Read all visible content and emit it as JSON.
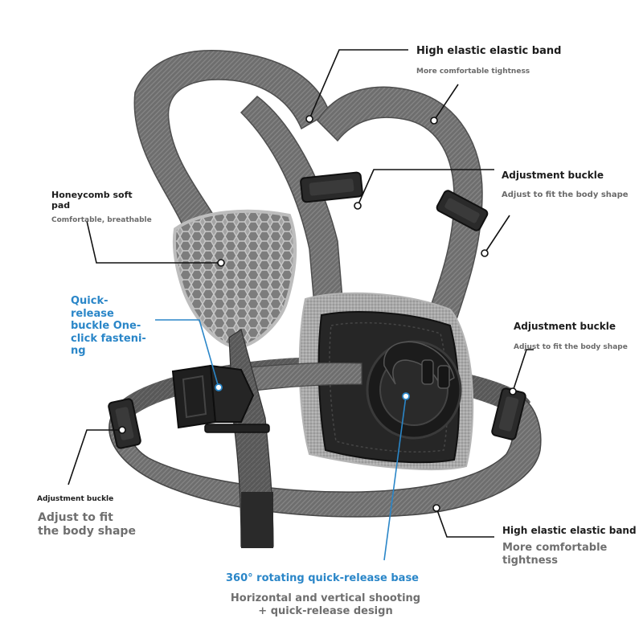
{
  "callouts": {
    "elastic_top": {
      "title": "High elastic elastic band",
      "subtitle": "More comfortable tightness"
    },
    "buckle_top": {
      "title": "Adjustment buckle",
      "subtitle": "Adjust to fit the body shape"
    },
    "buckle_right": {
      "title": "Adjustment buckle",
      "subtitle": "Adjust to fit the body shape"
    },
    "pad": {
      "title": "Honeycomb soft\npad",
      "subtitle": "Comfortable, breathable"
    },
    "quick_release": {
      "title": "Quick-\nrelease\nbuckle One-\nclick fasteni-\nng"
    },
    "buckle_left": {
      "title": "Adjustment buckle",
      "subtitle": "Adjust to fit\nthe body shape"
    },
    "elastic_bottom": {
      "title": "High elastic elastic band",
      "subtitle": "More comfortable\ntightness"
    },
    "base": {
      "title": "360° rotating quick-release base",
      "subtitle": "Horizontal and vertical shooting\n+ quick-release design"
    }
  },
  "colors": {
    "accent_blue": "#2a86c8",
    "strap_gray": "#6d6d6d",
    "strap_dark": "#4a4a4a",
    "mount_black": "#1e1e1e",
    "pad_gray": "#9a9a9a"
  }
}
